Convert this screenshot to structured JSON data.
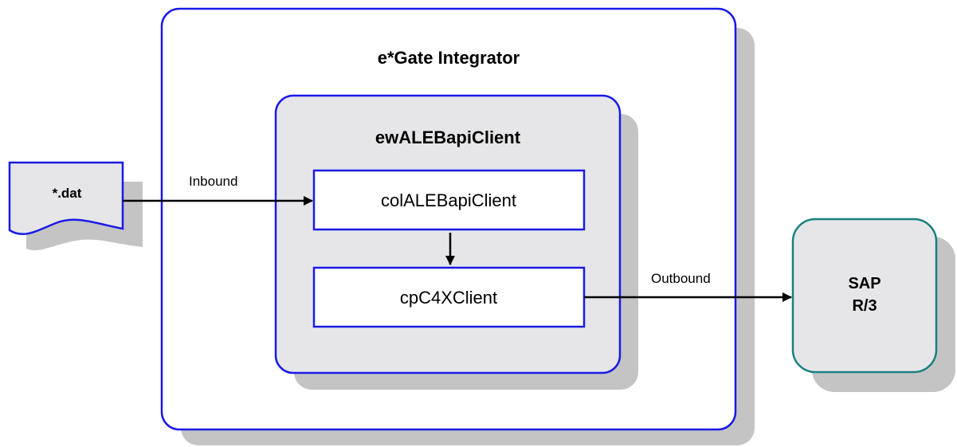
{
  "integrator": {
    "title": "e*Gate Integrator"
  },
  "client": {
    "title": "ewALEBapiClient",
    "collaboration": "colALEBapiClient",
    "connection_point": "cpC4XClient"
  },
  "data_file": {
    "label": "*.dat"
  },
  "sap": {
    "line1": "SAP",
    "line2": "R/3"
  },
  "flows": {
    "inbound": "Inbound",
    "outbound": "Outbound"
  },
  "colors": {
    "border_blue": "#1a1ae6",
    "border_teal": "#1a8080",
    "fill_gray": "#e6e6e8",
    "shadow_gray": "#c4c4c4"
  }
}
